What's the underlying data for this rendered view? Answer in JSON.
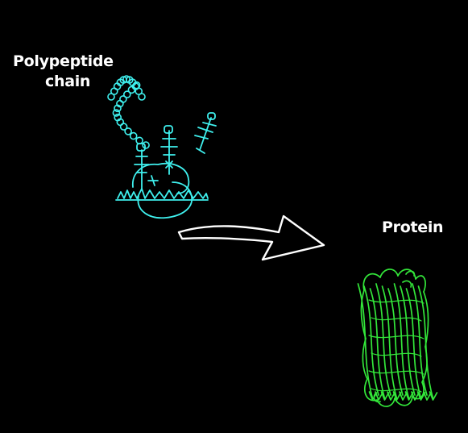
{
  "labels": {
    "polypeptide_line1": "Polypeptide",
    "polypeptide_line2": "chain",
    "protein": "Protein"
  },
  "colors": {
    "background": "#000000",
    "ribosome": "#3ff0ee",
    "protein": "#33e63a",
    "arrow": "#ffffff",
    "text": "#ffffff"
  },
  "icons": {
    "ribosome": "ribosome-translation-icon",
    "arrow": "transition-arrow-icon",
    "protein": "folded-protein-barrel-icon"
  }
}
